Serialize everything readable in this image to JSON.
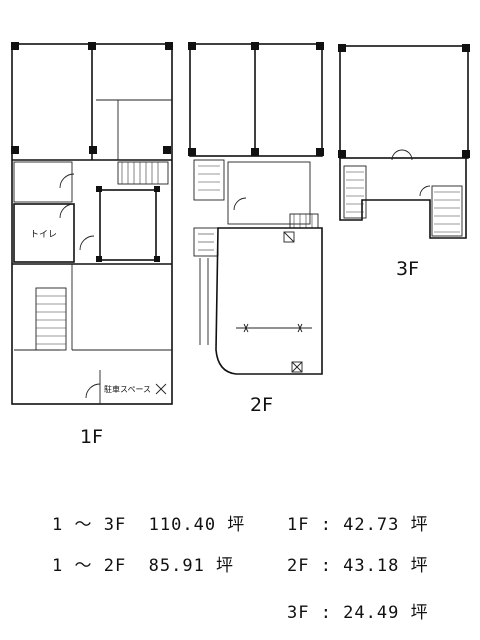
{
  "floors": {
    "f1": {
      "label": "1F",
      "toilet_label": "トイレ",
      "parking_label": "駐車スペース"
    },
    "f2": {
      "label": "2F"
    },
    "f3": {
      "label": "3F"
    }
  },
  "areas": {
    "row1_left": "1 〜 3F  110.40 坪",
    "row1_right": "1F : 42.73 坪",
    "row2_left": "1 〜 2F  85.91 坪",
    "row2_right": "2F : 43.18 坪",
    "row3_right": "3F : 24.49 坪"
  }
}
